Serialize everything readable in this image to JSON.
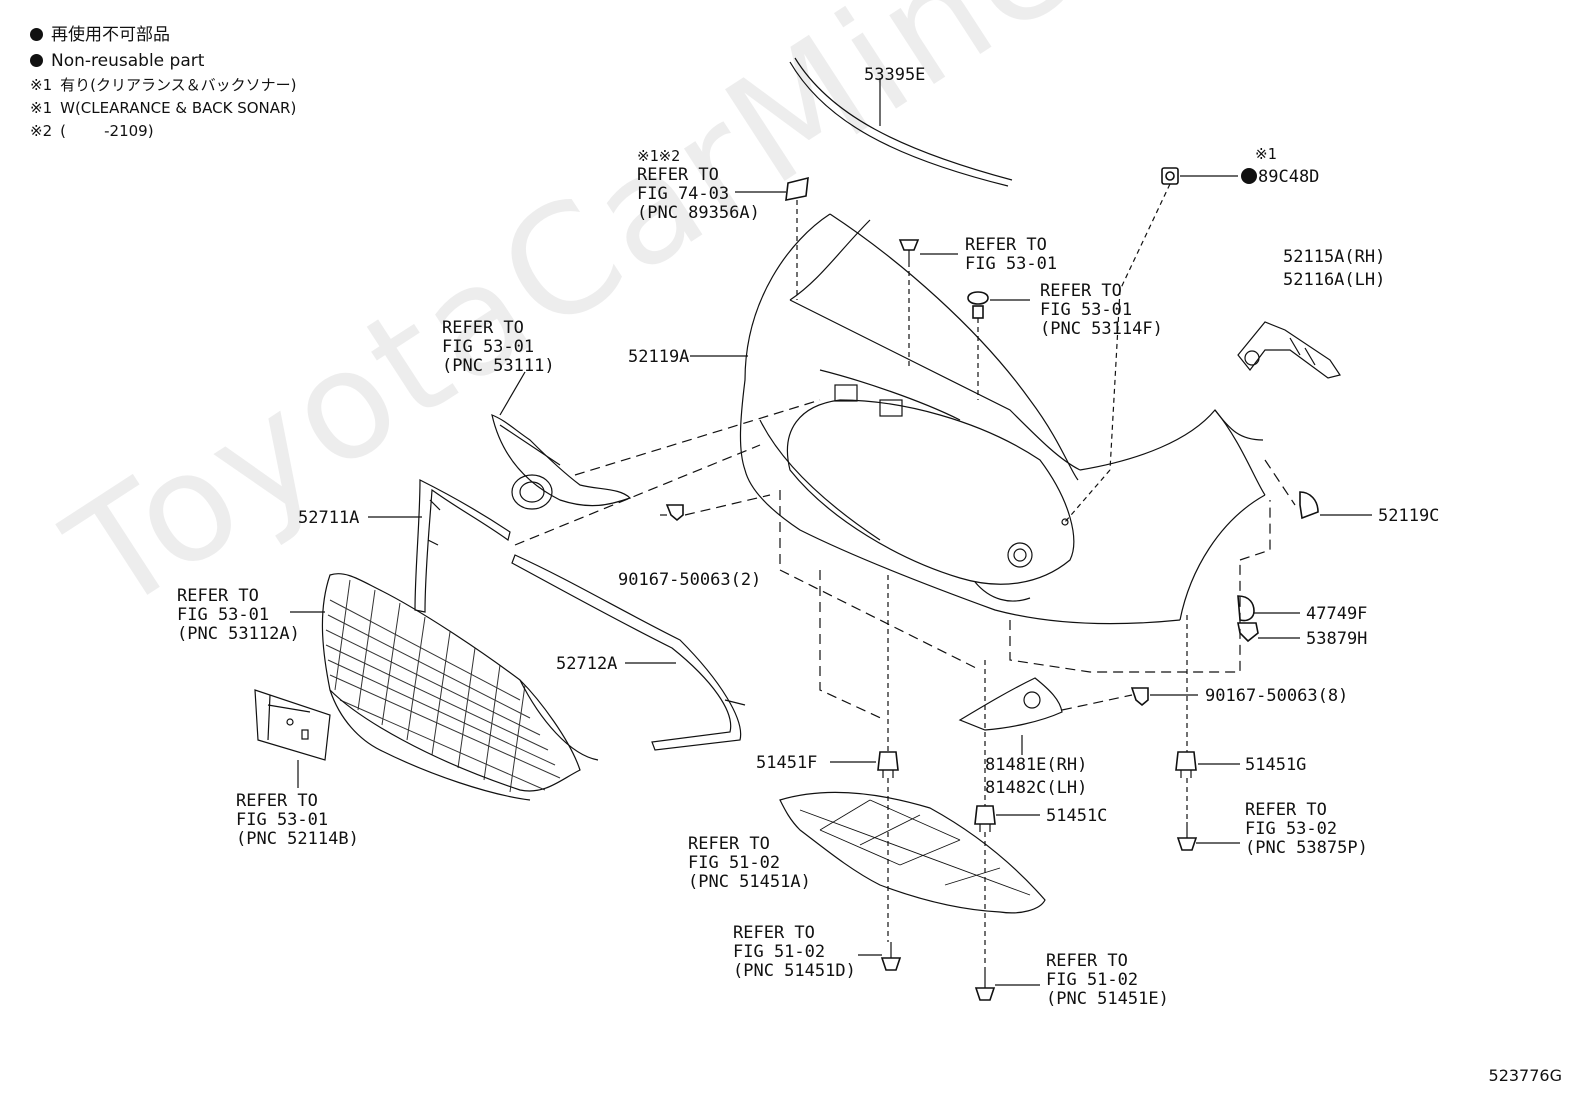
{
  "legend": {
    "nr_jp": "再使用不可部品",
    "nr_en": "Non-reusable part",
    "n1_mark": "※1",
    "n1_jp": "有り(クリアランス＆バックソナー)",
    "n1b_mark": "※1",
    "n1_en": "W(CLEARANCE & BACK SONAR)",
    "n2_mark": "※2",
    "n2_text": "(        -2109)"
  },
  "diagram_id": "523776G",
  "watermark": "ToyotaCarMine.ru",
  "labels": {
    "p53395E": "53395E",
    "note_89356": "※1※2",
    "ref_89356_a": "REFER TO",
    "ref_89356_b": "FIG 74-03",
    "ref_89356_c": "(PNC 89356A)",
    "note_89C48D": "※1",
    "p89C48D": "89C48D",
    "ref_5301_a": "REFER TO",
    "ref_5301_b": "FIG 53-01",
    "ref_53114F_a": "REFER TO",
    "ref_53114F_b": "FIG 53-01",
    "ref_53114F_c": "(PNC 53114F)",
    "p52115A": "52115A(RH)",
    "p52116A": "52116A(LH)",
    "ref_53111_a": "REFER TO",
    "ref_53111_b": "FIG 53-01",
    "ref_53111_c": "(PNC 53111)",
    "p52119A": "52119A",
    "p52119C": "52119C",
    "p52711A": "52711A",
    "p90167_2": "90167-50063(2)",
    "ref_53112A_a": "REFER TO",
    "ref_53112A_b": "FIG 53-01",
    "ref_53112A_c": "(PNC 53112A)",
    "p52712A": "52712A",
    "p47749F": "47749F",
    "p53879H": "53879H",
    "p90167_8": "90167-50063(8)",
    "p51451F": "51451F",
    "p81481E": "81481E(RH)",
    "p81482C": "81482C(LH)",
    "p51451G": "51451G",
    "ref_52114B_a": "REFER TO",
    "ref_52114B_b": "FIG 53-01",
    "ref_52114B_c": "(PNC 52114B)",
    "p51451C": "51451C",
    "ref_53875P_a": "REFER TO",
    "ref_53875P_b": "FIG 53-02",
    "ref_53875P_c": "(PNC 53875P)",
    "ref_51451A_a": "REFER TO",
    "ref_51451A_b": "FIG 51-02",
    "ref_51451A_c": "(PNC 51451A)",
    "ref_51451D_a": "REFER TO",
    "ref_51451D_b": "FIG 51-02",
    "ref_51451D_c": "(PNC 51451D)",
    "ref_51451E_a": "REFER TO",
    "ref_51451E_b": "FIG 51-02",
    "ref_51451E_c": "(PNC 51451E)"
  }
}
